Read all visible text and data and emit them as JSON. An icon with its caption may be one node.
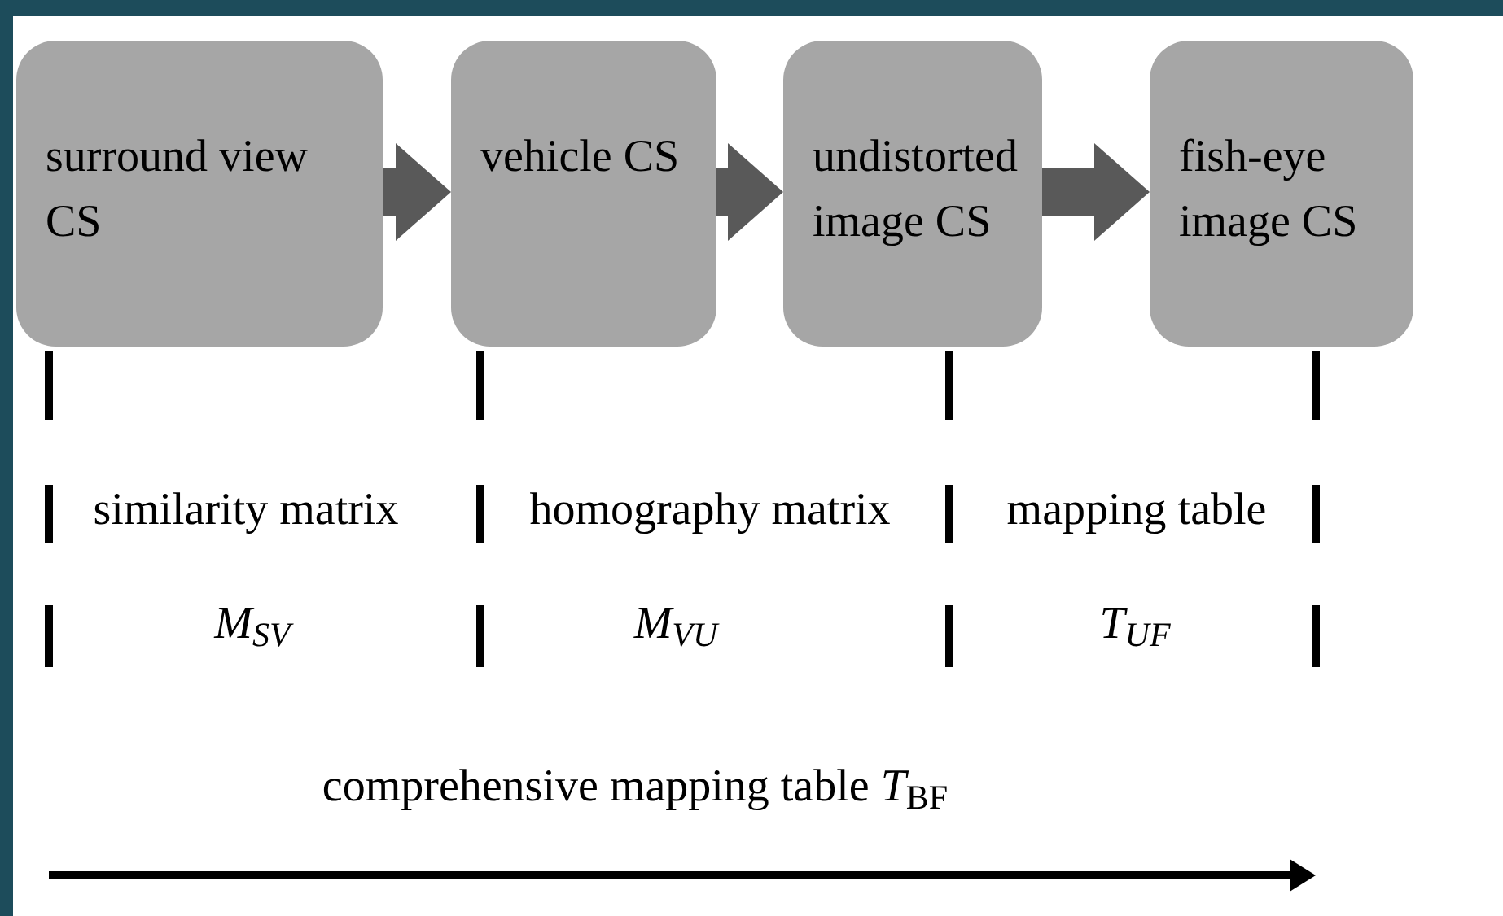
{
  "diagram": {
    "nodes": [
      {
        "text": [
          "surround view CS"
        ]
      },
      {
        "text": [
          "vehicle CS"
        ]
      },
      {
        "text": [
          "undistorted image CS"
        ]
      },
      {
        "text": [
          "fish-eye image CS"
        ]
      }
    ],
    "edges": [
      {
        "from": 0,
        "to": 1,
        "arrow": "to"
      },
      {
        "from": 1,
        "to": 2,
        "arrow": "to"
      },
      {
        "from": 2,
        "to": 3,
        "arrow": "to"
      }
    ],
    "labels": [
      "similarity matrix",
      "homography matrix",
      "mapping table",
      "M$_{SV}$",
      "M$_{VU}$",
      "T$_{UF}$",
      "comprehensive mapping table *T*$_{BF}$"
    ]
  }
}
